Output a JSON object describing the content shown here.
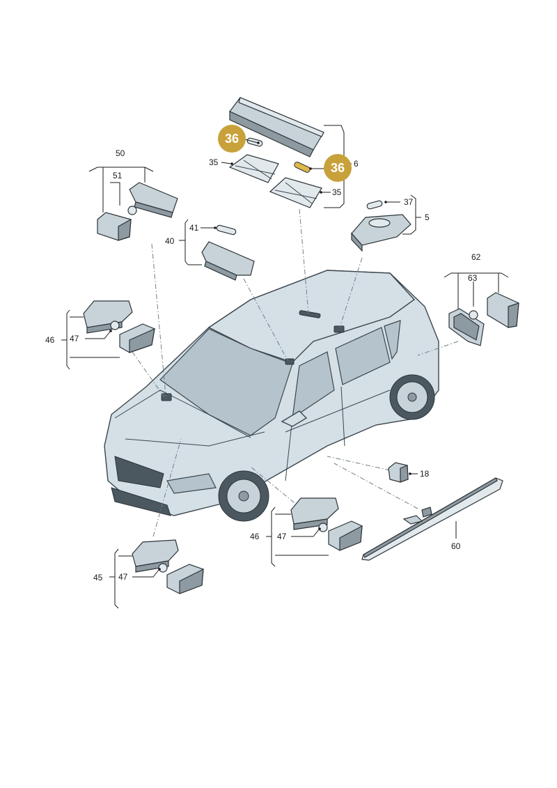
{
  "labels": {
    "l50": "50",
    "l51": "51",
    "l35a": "35",
    "l35b": "35",
    "l6": "6",
    "l36a": "36",
    "l36b": "36",
    "l37": "37",
    "l5": "5",
    "l41": "41",
    "l40": "40",
    "l62": "62",
    "l63": "63",
    "l46a": "46",
    "l47a": "47",
    "l18": "18",
    "l46b": "46",
    "l47b": "47",
    "l60": "60",
    "l45": "45",
    "l47c": "47"
  },
  "colors": {
    "highlight_badge": "#c8a13a"
  }
}
